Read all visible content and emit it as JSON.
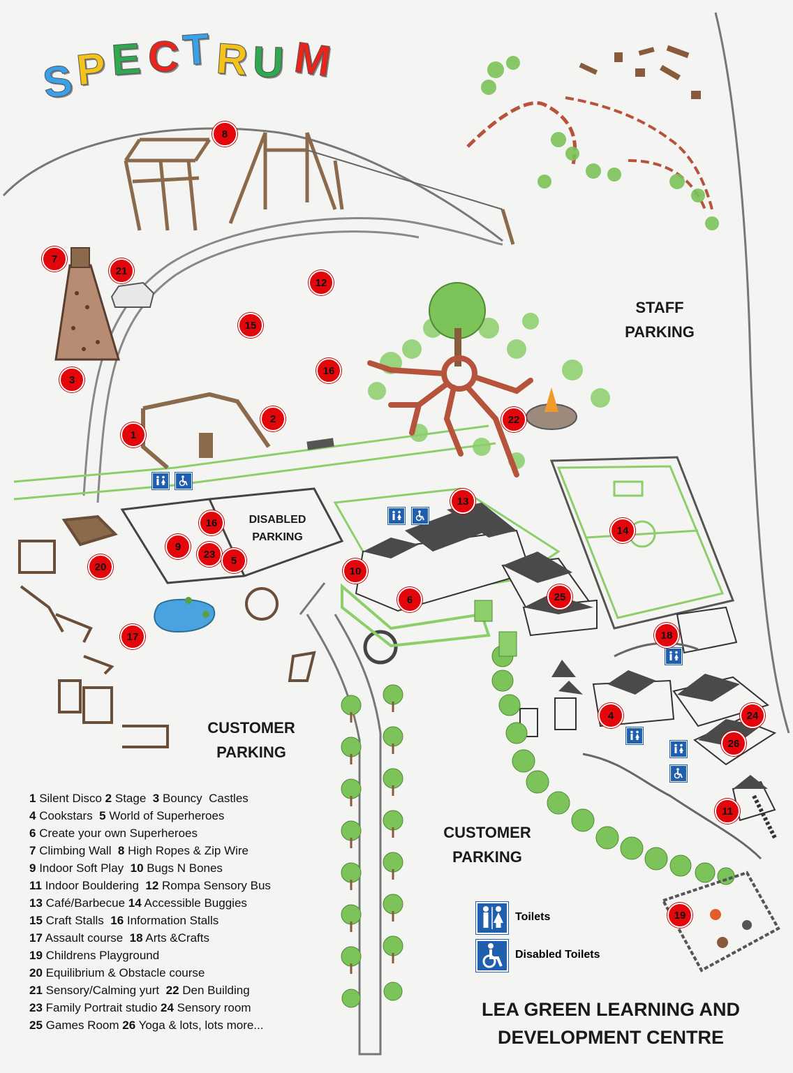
{
  "logo": {
    "text": "SPECTRUM",
    "letters": [
      {
        "char": "S",
        "color": "#3aa0e8"
      },
      {
        "char": "P",
        "color": "#f3c31a"
      },
      {
        "char": "E",
        "color": "#2fa84f"
      },
      {
        "char": "C",
        "color": "#e8241d"
      },
      {
        "char": "T",
        "color": "#3aa0e8"
      },
      {
        "char": "R",
        "color": "#f3c31a"
      },
      {
        "char": "U",
        "color": "#2fa84f"
      },
      {
        "char": "M",
        "color": "#e8241d"
      }
    ]
  },
  "area_labels": {
    "staff_parking": [
      "STAFF",
      "PARKING"
    ],
    "disabled_parking": [
      "DISABLED",
      "PARKING"
    ],
    "customer_parking_left": [
      "CUSTOMER",
      "PARKING"
    ],
    "customer_parking_right": [
      "CUSTOMER",
      "PARKING"
    ]
  },
  "markers": [
    {
      "n": "8"
    },
    {
      "n": "7"
    },
    {
      "n": "21"
    },
    {
      "n": "12"
    },
    {
      "n": "15"
    },
    {
      "n": "16"
    },
    {
      "n": "3"
    },
    {
      "n": "2"
    },
    {
      "n": "1"
    },
    {
      "n": "22"
    },
    {
      "n": "13"
    },
    {
      "n": "16"
    },
    {
      "n": "9"
    },
    {
      "n": "23"
    },
    {
      "n": "5"
    },
    {
      "n": "20"
    },
    {
      "n": "10"
    },
    {
      "n": "6"
    },
    {
      "n": "14"
    },
    {
      "n": "25"
    },
    {
      "n": "17"
    },
    {
      "n": "18"
    },
    {
      "n": "4"
    },
    {
      "n": "24"
    },
    {
      "n": "26"
    },
    {
      "n": "11"
    },
    {
      "n": "19"
    }
  ],
  "legend": [
    [
      {
        "n": "1",
        "t": " Silent Disco "
      },
      {
        "n": "2",
        "t": " Stage  "
      },
      {
        "n": "3",
        "t": " Bouncy  Castles"
      }
    ],
    [
      {
        "n": "4",
        "t": " Cookstars  "
      },
      {
        "n": "5",
        "t": " World of Superheroes"
      }
    ],
    [
      {
        "n": "6",
        "t": " Create your own Superheroes"
      }
    ],
    [
      {
        "n": "7",
        "t": " Climbing Wall  "
      },
      {
        "n": "8",
        "t": " High Ropes & Zip Wire"
      }
    ],
    [
      {
        "n": "9",
        "t": " Indoor Soft Play  "
      },
      {
        "n": "10",
        "t": " Bugs N Bones"
      }
    ],
    [
      {
        "n": "11",
        "t": " Indoor Bouldering  "
      },
      {
        "n": "12",
        "t": " Rompa Sensory Bus"
      }
    ],
    [
      {
        "n": "13",
        "t": " Café/Barbecue "
      },
      {
        "n": "14",
        "t": " Accessible Buggies"
      }
    ],
    [
      {
        "n": "15",
        "t": " Craft Stalls  "
      },
      {
        "n": "16",
        "t": " Information Stalls"
      }
    ],
    [
      {
        "n": "17",
        "t": " Assault course  "
      },
      {
        "n": "18",
        "t": " Arts &Crafts"
      }
    ],
    [
      {
        "n": "19",
        "t": " Childrens Playground"
      }
    ],
    [
      {
        "n": "20",
        "t": " Equilibrium & Obstacle course"
      }
    ],
    [
      {
        "n": "21",
        "t": " Sensory/Calming yurt  "
      },
      {
        "n": "22",
        "t": " Den Building"
      }
    ],
    [
      {
        "n": "23",
        "t": " Family Portrait studio "
      },
      {
        "n": "24",
        "t": " Sensory room"
      }
    ],
    [
      {
        "n": "25",
        "t": " Games Room "
      },
      {
        "n": "26",
        "t": " Yoga & lots, lots more..."
      }
    ]
  ],
  "key": {
    "toilets": "Toilets",
    "disabled_toilets": "Disabled Toilets",
    "toilets_icon": "toilets-icon",
    "disabled_icon": "wheelchair-icon"
  },
  "title": [
    "LEA GREEN LEARNING AND",
    "DEVELOPMENT CENTRE"
  ],
  "colors": {
    "marker": "#e3060b",
    "icon_blue": "#1f5fae",
    "path_green": "#8ccf6a",
    "tree_green": "#7cc35a",
    "trail_red": "#b5533c",
    "water": "#4aa3df"
  }
}
